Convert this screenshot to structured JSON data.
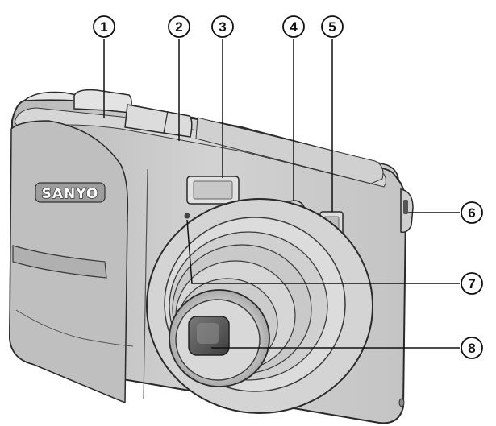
{
  "diagram": {
    "brand": "SANYO",
    "callouts": [
      {
        "id": "1",
        "label": "①"
      },
      {
        "id": "2",
        "label": "②"
      },
      {
        "id": "3",
        "label": "③"
      },
      {
        "id": "4",
        "label": "④"
      },
      {
        "id": "5",
        "label": "⑤"
      },
      {
        "id": "6",
        "label": "⑥"
      },
      {
        "id": "7",
        "label": "⑦"
      },
      {
        "id": "8",
        "label": "⑧"
      }
    ]
  },
  "colors": {
    "body_fill": "#c9c9c9",
    "grip_fill": "#bdbdbd",
    "outline": "#2a2a2a",
    "lens_dark": "#5a5a5a",
    "lens_light": "#d9d9d9",
    "background": "#ffffff"
  }
}
